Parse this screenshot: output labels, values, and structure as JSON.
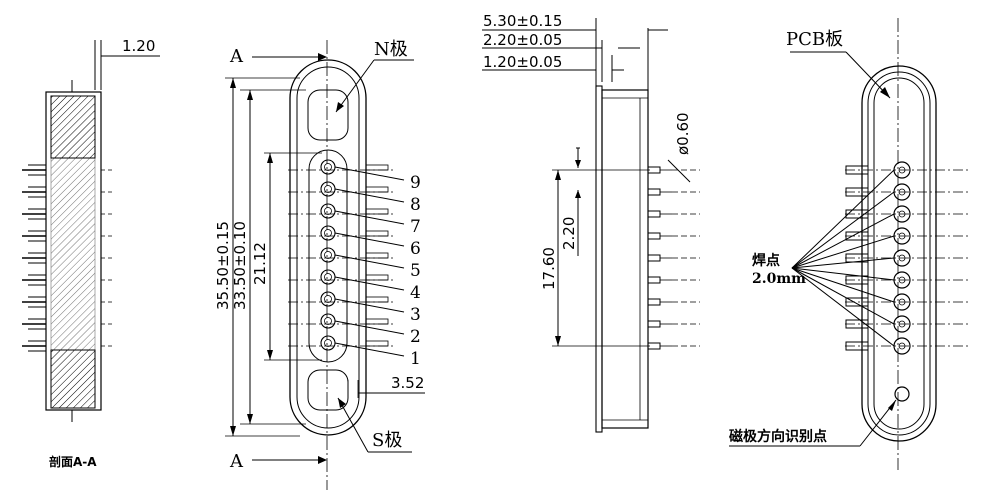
{
  "section_view": {
    "dim_top": "1.20",
    "caption": "剖面A-A"
  },
  "front_view": {
    "section_mark_top": "A",
    "section_mark_bottom": "A",
    "n_pole": "N极",
    "s_pole": "S极",
    "dim_overall": "35.50±0.15",
    "dim_inner": "33.50±0.10",
    "dim_pins_span": "21.12",
    "dim_width": "3.52",
    "pin_numbers": [
      "9",
      "8",
      "7",
      "6",
      "5",
      "4",
      "3",
      "2",
      "1"
    ]
  },
  "side_view": {
    "dim_a": "5.30±0.15",
    "dim_b": "2.20±0.05",
    "dim_c": "1.20±0.05",
    "dim_pin_diameter": "ø0.60",
    "dim_pitch": "2.20",
    "dim_pin_span": "17.60"
  },
  "pcb_view": {
    "pcb_label": "PCB板",
    "solder_label": "焊点",
    "solder_size": "2.0mm",
    "polarity_mark": "磁极方向识别点"
  }
}
